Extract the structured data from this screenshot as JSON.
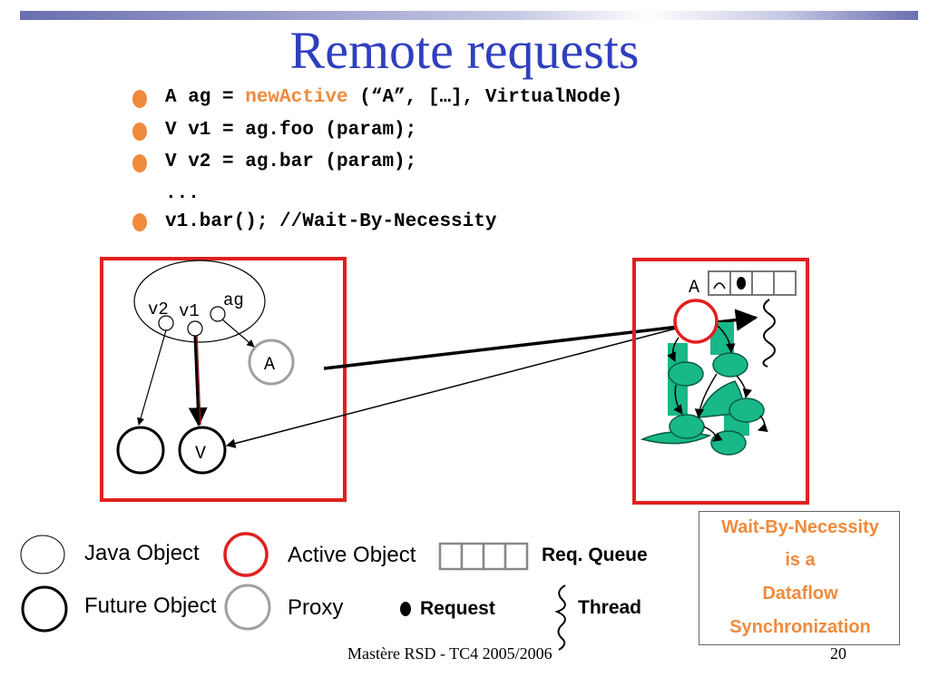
{
  "slide": {
    "title": "Remote requests"
  },
  "code": {
    "line1_pre": "A ag = ",
    "line1_kw": "newActive",
    "line1_post": " (“A”, […], VirtualNode)",
    "line2": "V v1 = ag.foo (param);",
    "line3": "V v2 = ag.bar (param);",
    "line4": "...",
    "line5": "v1.bar(); //Wait-By-Necessity"
  },
  "diagram": {
    "label_v2": "v2",
    "label_v1": "v1",
    "label_ag": "ag",
    "proxy_label": "A",
    "future_label": "V",
    "queue_label": "A"
  },
  "legend": {
    "java_object": "Java Object",
    "active_object": "Active Object",
    "req_queue": "Req. Queue",
    "future_object": "Future Object",
    "proxy": "Proxy",
    "request": "Request",
    "thread": "Thread"
  },
  "note": {
    "line1": "Wait-By-Necessity",
    "line2": "is a",
    "line3": "Dataflow",
    "line4": "Synchronization"
  },
  "footer": {
    "course": "Mastère RSD - TC4   2005/2006",
    "page": "20"
  },
  "colors": {
    "title": "#2f3fbf",
    "accent": "#f08a3c",
    "frame_red": "#e02020",
    "thread_green": "#18b888"
  }
}
